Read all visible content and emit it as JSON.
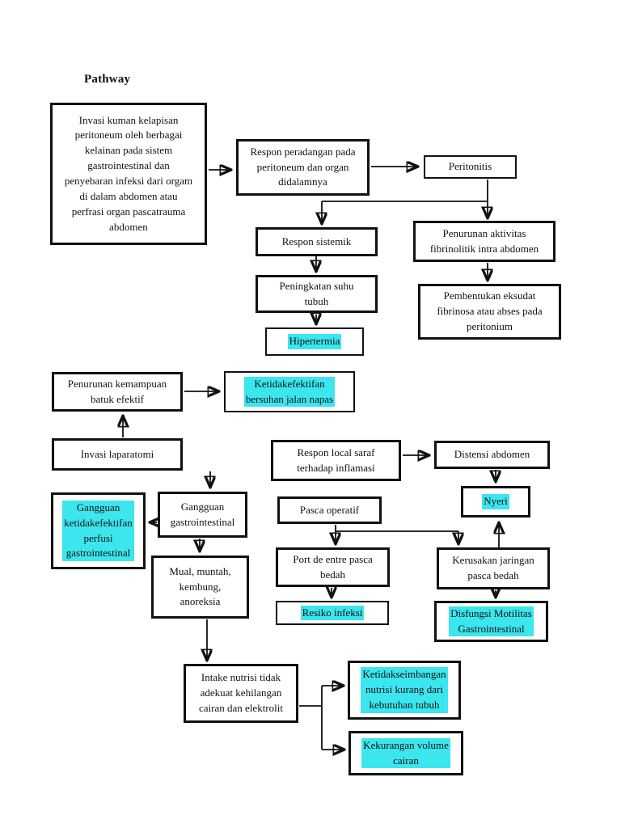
{
  "page": {
    "title": "Pathway",
    "background": "#ffffff"
  },
  "diagram": {
    "type": "flowchart",
    "highlight_color": "#3be6ee",
    "line_color": "#111111",
    "nodes": {
      "invasi_kuman": {
        "text": "Invasi kuman kelapisan\nperitoneum oleh berbagai\nkelainan pada sistem\ngastrointestinal dan\npenyebaran infeksi dari orgam\ndi dalam abdomen atau\nperfrasi organ pascatrauma\nabdomen",
        "highlighted": false
      },
      "respon_peradangan": {
        "text": "Respon peradangan pada\nperitoneum dan organ\ndidalamnya",
        "highlighted": false
      },
      "peritonitis": {
        "text": "Peritonitis",
        "highlighted": false
      },
      "respon_sistemik": {
        "text": "Respon sistemik",
        "highlighted": false
      },
      "penurunan_aktivitas_fibrinolitik": {
        "text": "Penurunan aktivitas\nfibrinolitik intra abdomen",
        "highlighted": false
      },
      "peningkatan_suhu_tubuh": {
        "text": "Peningkatan suhu\ntubuh",
        "highlighted": false
      },
      "pembentukan_eksudat": {
        "text": "Pembentukan eksudat\nfibrinosa atau abses pada\nperitonium",
        "highlighted": false
      },
      "hipertermia": {
        "text": "Hipertermia",
        "highlighted": true
      },
      "penurunan_kemampuan_batuk": {
        "text": "Penurunan kemampuan\nbatuk efektif",
        "highlighted": false
      },
      "ketidakefektifan_bersuhan": {
        "text": "Ketidakefektifan\nbersuhan jalan napas",
        "highlighted": true
      },
      "invasi_laparatomi": {
        "text": "Invasi laparatomi",
        "highlighted": false
      },
      "respon_local_saraf": {
        "text": "Respon local saraf\nterhadap inflamasi",
        "highlighted": false
      },
      "distensi_abdomen": {
        "text": "Distensi abdomen",
        "highlighted": false
      },
      "nyeri": {
        "text": "Nyeri",
        "highlighted": true
      },
      "gangguan_ketidakefektifan_perfusi": {
        "text": "Gangguan\nketidakefektifan\nperfusi\ngastrointestinal",
        "highlighted": true
      },
      "gangguan_gastrointestinal": {
        "text": "Gangguan\ngastrointestinal",
        "highlighted": false
      },
      "pasca_operatif": {
        "text": "Pasca operatif",
        "highlighted": false
      },
      "mual_muntah": {
        "text": "Mual, muntah,\nkembung,\nanoreksia",
        "highlighted": false
      },
      "port_de_entre": {
        "text": "Port de entre pasca\nbedah",
        "highlighted": false
      },
      "kerusakan_jaringan": {
        "text": "Kerusakan jaringan\npasca bedah",
        "highlighted": false
      },
      "resiko_infeksi": {
        "text": "Resiko infeksi",
        "highlighted": true
      },
      "disfungsi_motilitas": {
        "text": "Disfungsi Motilitas\nGastrointestinal",
        "highlighted": true
      },
      "intake_nutrisi": {
        "text": "Intake nutrisi tidak\nadekuat kehilangan\ncairan dan elektrolit",
        "highlighted": false
      },
      "ketidakseimbangan_nutrisi": {
        "text": "Ketidakseimbangan\nnutrisi kurang dari\nkebutuhan tubuh",
        "highlighted": true
      },
      "kekurangan_volume": {
        "text": "Kekurangan volume\ncairan",
        "highlighted": true
      }
    },
    "edges": [
      {
        "from": "invasi_kuman",
        "to": "respon_peradangan"
      },
      {
        "from": "respon_peradangan",
        "to": "peritonitis"
      },
      {
        "from": "peritonitis",
        "to": "respon_sistemik"
      },
      {
        "from": "peritonitis",
        "to": "penurunan_aktivitas_fibrinolitik"
      },
      {
        "from": "respon_sistemik",
        "to": "peningkatan_suhu_tubuh"
      },
      {
        "from": "peningkatan_suhu_tubuh",
        "to": "hipertermia"
      },
      {
        "from": "penurunan_aktivitas_fibrinolitik",
        "to": "pembentukan_eksudat"
      },
      {
        "from": "penurunan_kemampuan_batuk",
        "to": "ketidakefektifan_bersuhan"
      },
      {
        "from": "invasi_laparatomi",
        "to": "penurunan_kemampuan_batuk"
      },
      {
        "from": "invasi_laparatomi",
        "to": "gangguan_gastrointestinal"
      },
      {
        "from": "gangguan_gastrointestinal",
        "to": "gangguan_ketidakefektifan_perfusi"
      },
      {
        "from": "gangguan_gastrointestinal",
        "to": "mual_muntah"
      },
      {
        "from": "respon_local_saraf",
        "to": "distensi_abdomen"
      },
      {
        "from": "distensi_abdomen",
        "to": "nyeri"
      },
      {
        "from": "pasca_operatif",
        "to": "port_de_entre"
      },
      {
        "from": "pasca_operatif",
        "to": "kerusakan_jaringan"
      },
      {
        "from": "kerusakan_jaringan",
        "to": "nyeri"
      },
      {
        "from": "port_de_entre",
        "to": "resiko_infeksi"
      },
      {
        "from": "kerusakan_jaringan",
        "to": "disfungsi_motilitas"
      },
      {
        "from": "mual_muntah",
        "to": "intake_nutrisi"
      },
      {
        "from": "intake_nutrisi",
        "to": "ketidakseimbangan_nutrisi"
      },
      {
        "from": "intake_nutrisi",
        "to": "kekurangan_volume"
      }
    ]
  }
}
